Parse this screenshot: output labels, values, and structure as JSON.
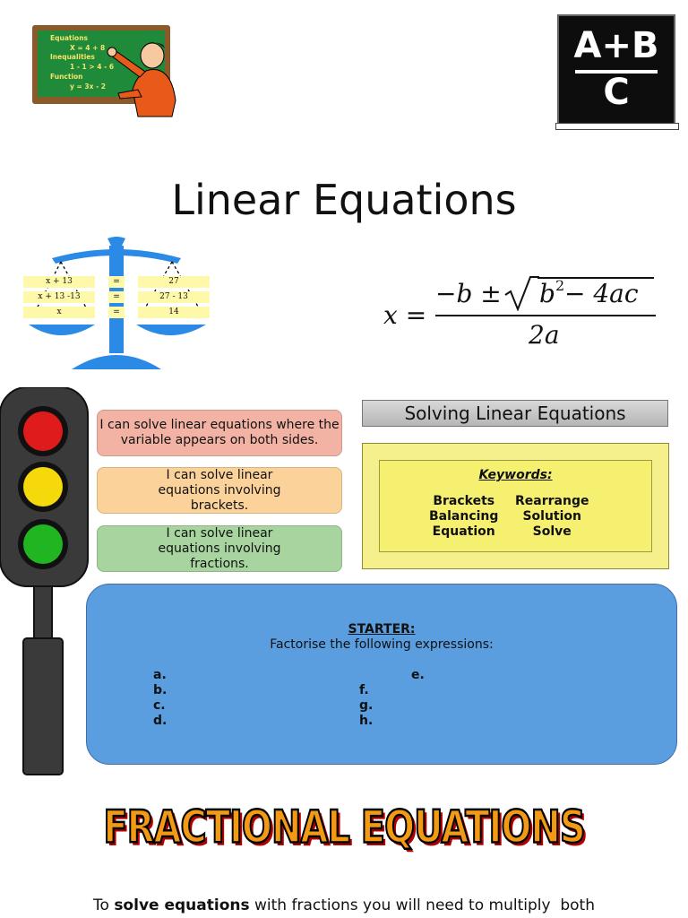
{
  "chalkboard": {
    "lines": [
      "Equations",
      "X = 4 + 8",
      "Inequalities",
      "1 - 1 > 4 - 6",
      "Function",
      "y = 3x - 2"
    ]
  },
  "abc_board": {
    "top": "A+B",
    "bottom": "C"
  },
  "title": "Linear Equations",
  "scale": {
    "rows": [
      {
        "left": "x + 13",
        "mid": "=",
        "right": "27"
      },
      {
        "left": "x + 13 -13",
        "mid": "=",
        "right": "27 - 13"
      },
      {
        "left": "x",
        "mid": "=",
        "right": "14"
      }
    ]
  },
  "formula": {
    "lhs": "x =",
    "numerator_a": "−b ±",
    "radicand": "b",
    "exponent": "2",
    "radicand_rest": " − 4ac",
    "denominator": "2a"
  },
  "objectives": {
    "red": "I can solve linear equations where the variable appears on both sides.",
    "amber": "I can solve linear equations involving brackets.",
    "green": "I can solve linear equations involving fractions."
  },
  "banner": "Solving Linear Equations",
  "keywords": {
    "title": "Keywords:",
    "col1": [
      "Brackets",
      "Balancing",
      "Equation"
    ],
    "col2": [
      "Rearrange",
      "Solution",
      "Solve"
    ]
  },
  "starter": {
    "title": "STARTER:",
    "subtitle": "Factorise the following expressions:",
    "left_items": [
      "a.",
      "b.",
      "c.",
      "d."
    ],
    "right_items": [
      "e.",
      "f.",
      "g.",
      "h."
    ]
  },
  "fractional_banner": "FRACTIONAL EQUATIONS",
  "bottom_text": {
    "pre": "To ",
    "bold": "solve equations",
    "post": " with fractions you will need to multiply  both"
  },
  "colors": {
    "red_light": "#e01b1b",
    "amber_light": "#f5d90a",
    "green_light": "#22b522",
    "scale_blue": "#2b8ae6",
    "starter_blue": "#5a9ee0"
  }
}
